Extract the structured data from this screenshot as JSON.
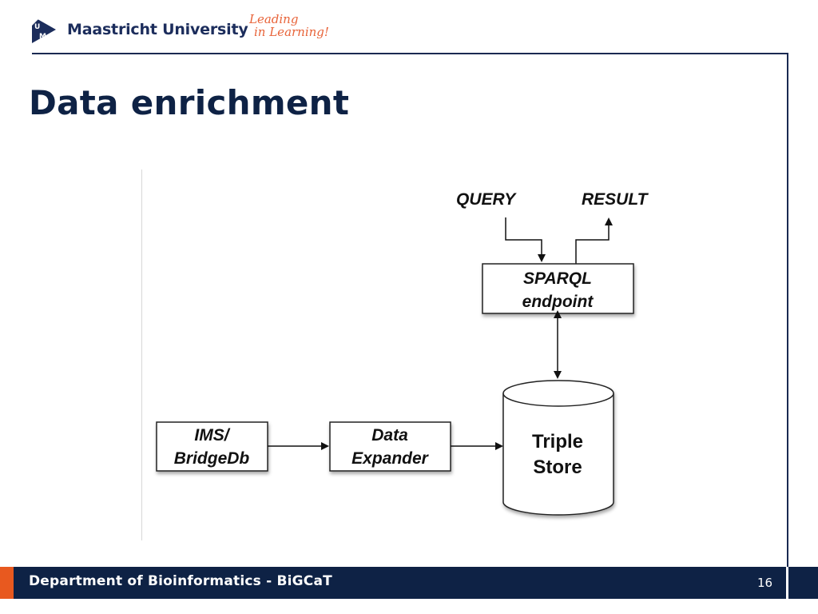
{
  "header": {
    "university_name": "Maastricht University",
    "tagline_line1": "Leading",
    "tagline_line2": "in Learning!",
    "logo_icon": "um-logo-icon"
  },
  "slide": {
    "title": "Data enrichment"
  },
  "diagram": {
    "query_label": "QUERY",
    "result_label": "RESULT",
    "sparql_line1": "SPARQL",
    "sparql_line2": "endpoint",
    "triple_line1": "Triple",
    "triple_line2": "Store",
    "ims_line1": "IMS/",
    "ims_line2": "BridgeDb",
    "expander_line1": "Data",
    "expander_line2": "Expander"
  },
  "footer": {
    "department": "Department of Bioinformatics - BiGCaT",
    "page_number": "16"
  },
  "colors": {
    "navy": "#0e2245",
    "accent_orange": "#e8591f",
    "tagline_orange": "#e8643a"
  }
}
